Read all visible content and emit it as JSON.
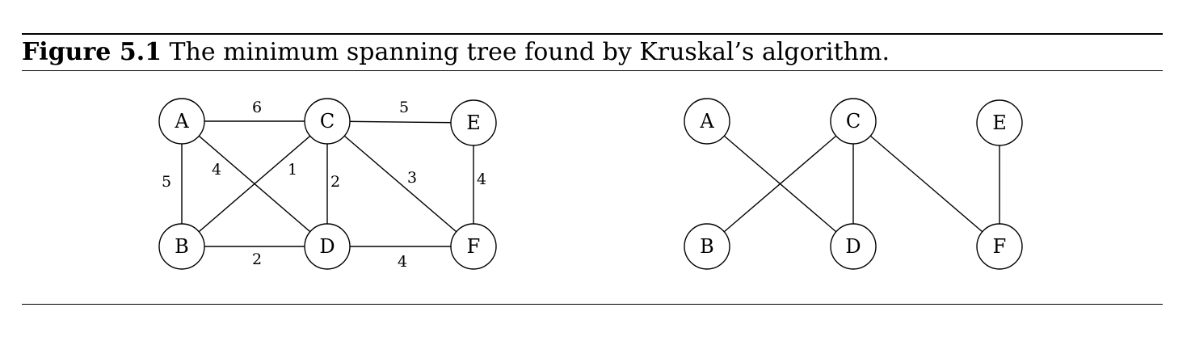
{
  "caption": {
    "label": "Figure 5.1",
    "text": " The minimum spanning tree found by Kruskal’s algorithm."
  },
  "graph_left": {
    "nodes": [
      {
        "id": "A",
        "label": "A"
      },
      {
        "id": "B",
        "label": "B"
      },
      {
        "id": "C",
        "label": "C"
      },
      {
        "id": "D",
        "label": "D"
      },
      {
        "id": "E",
        "label": "E"
      },
      {
        "id": "F",
        "label": "F"
      }
    ],
    "edges": [
      {
        "from": "A",
        "to": "C",
        "weight": "6"
      },
      {
        "from": "C",
        "to": "E",
        "weight": "5"
      },
      {
        "from": "A",
        "to": "B",
        "weight": "5"
      },
      {
        "from": "A",
        "to": "D",
        "weight": "4"
      },
      {
        "from": "B",
        "to": "C",
        "weight": "1"
      },
      {
        "from": "C",
        "to": "D",
        "weight": "2"
      },
      {
        "from": "C",
        "to": "F",
        "weight": "3"
      },
      {
        "from": "E",
        "to": "F",
        "weight": "4"
      },
      {
        "from": "B",
        "to": "D",
        "weight": "2"
      },
      {
        "from": "D",
        "to": "F",
        "weight": "4"
      }
    ]
  },
  "graph_right": {
    "nodes": [
      {
        "id": "A",
        "label": "A"
      },
      {
        "id": "B",
        "label": "B"
      },
      {
        "id": "C",
        "label": "C"
      },
      {
        "id": "D",
        "label": "D"
      },
      {
        "id": "E",
        "label": "E"
      },
      {
        "id": "F",
        "label": "F"
      }
    ],
    "edges": [
      {
        "from": "A",
        "to": "D"
      },
      {
        "from": "C",
        "to": "B"
      },
      {
        "from": "C",
        "to": "D"
      },
      {
        "from": "C",
        "to": "F"
      },
      {
        "from": "E",
        "to": "F"
      }
    ]
  }
}
